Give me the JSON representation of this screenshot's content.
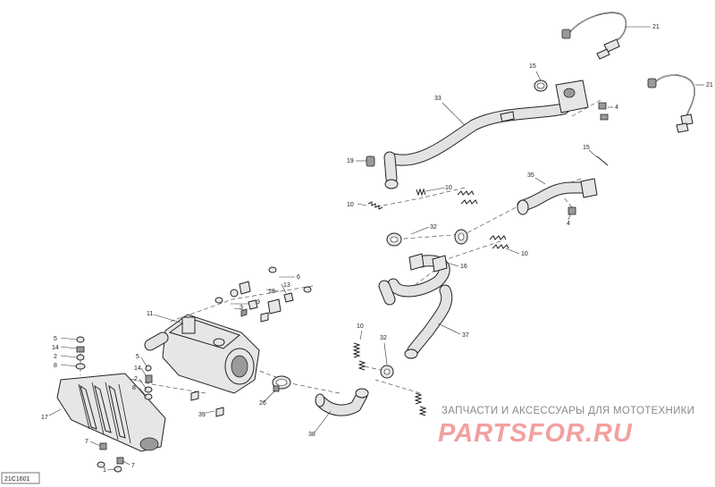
{
  "diagram": {
    "reference_code": "21C1601",
    "callouts": {
      "n1": "1",
      "n2a": "2",
      "n2b": "2",
      "n3": "3",
      "n4a": "4",
      "n4b": "4",
      "n5a": "5",
      "n5b": "5",
      "n6": "6",
      "n7a": "7",
      "n7b": "7",
      "n8a": "8",
      "n8b": "8",
      "n9": "9",
      "n10a": "10",
      "n10b": "10",
      "n10c": "10",
      "n10d": "10",
      "n11": "11",
      "n13": "13",
      "n14a": "14",
      "n14b": "14",
      "n15a": "15",
      "n15b": "15",
      "n16": "16",
      "n17": "17",
      "n18": "18",
      "n19": "19",
      "n21a": "21",
      "n21b": "21",
      "n26": "26",
      "n32a": "32",
      "n32b": "32",
      "n33": "33",
      "n35": "35",
      "n37": "37",
      "n38": "38",
      "n39": "39"
    }
  },
  "watermark": {
    "tagline": "ЗАПЧАСТИ И АКСЕССУАРЫ ДЛЯ МОТОТЕХНИКИ",
    "brand": "PARTSFOR.RU",
    "brand_color": "#f2a0a0"
  }
}
